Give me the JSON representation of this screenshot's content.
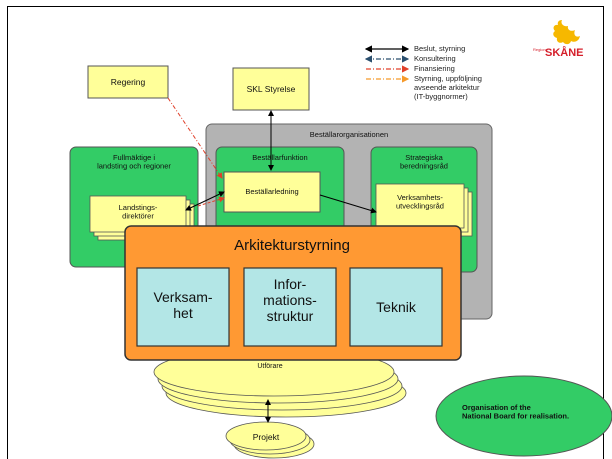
{
  "brand": {
    "small_text": "Region",
    "name": "SKÅNE",
    "colors": {
      "yellow": "#f6b800",
      "red": "#d51e2a"
    }
  },
  "legend": [
    {
      "style": "black-solid-double",
      "label": "Beslut, styrning"
    },
    {
      "style": "teal-dashdot-double",
      "label": "Konsultering"
    },
    {
      "style": "red-dashdot-single",
      "label": "Finansiering"
    },
    {
      "style": "orange-dashdot-single",
      "label": "Styrning, uppföljning\navseende arkitektur\n(IT-byggnormer)"
    }
  ],
  "boxes": {
    "regering": "Regering",
    "skl_styrelse": "SKL Styrelse",
    "bestallarorganisationen": "Beställarorganisationen",
    "fullmaktige": "Fullmäktige i\nlandsting och regioner",
    "bestallarfunktion": "Beställarfunktion",
    "strategiska": "Strategiska\nberedningsråd",
    "bestallarledning": "Beställarledning",
    "landstings": "Landstings-\ndirektörer",
    "verksamhets": "Verksamhets-\nutvecklingsråd",
    "utforare": "Utförare",
    "projekt": "Projekt"
  },
  "architecture": {
    "title": "Arkitekturstyrning",
    "boxes": [
      "Verksam-\nhet",
      "Infor-\nmations-\nstruktur",
      "Teknik"
    ]
  },
  "note": "Organisation of the\nNational Board for realisation.",
  "colors": {
    "yellow_box": "#ffff99",
    "green_box": "#33cc66",
    "gray_box": "#b3b3b3",
    "orange": "#ff9933",
    "light_blue": "#b3e6e6",
    "ellipse": "#ffff99",
    "note_green": "#33cc66"
  }
}
